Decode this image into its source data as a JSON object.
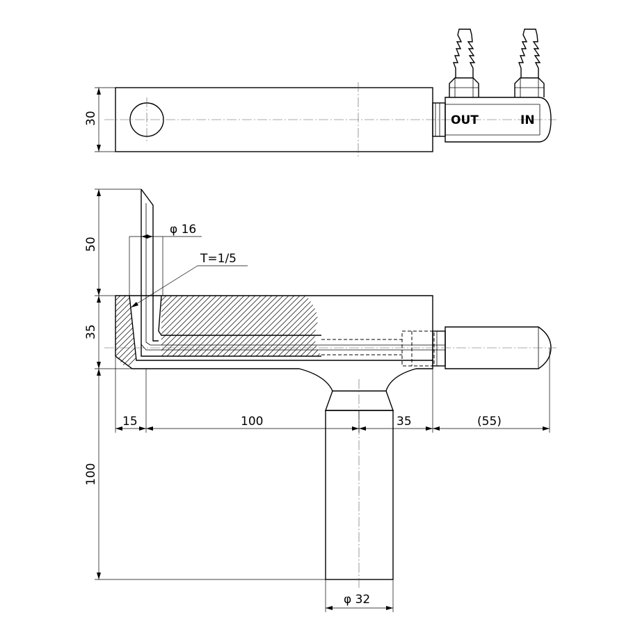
{
  "dimensions": {
    "top_height": "30",
    "pipe_length": "50",
    "body_height": "35",
    "pipe_diameter": "φ 16",
    "taper": "T=1/5",
    "left_offset": "15",
    "body_length": "100",
    "shank_offset": "35",
    "nozzle_length": "(55)",
    "shank_length": "100",
    "shank_diameter": "φ 32"
  },
  "ports": {
    "out_label": "OUT",
    "in_label": "IN"
  }
}
